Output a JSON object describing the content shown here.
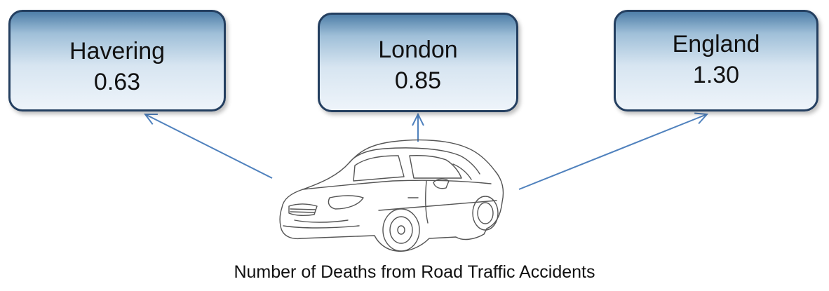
{
  "boxes": [
    {
      "name": "Havering",
      "value": "0.63"
    },
    {
      "name": "London",
      "value": "0.85"
    },
    {
      "name": "England",
      "value": "1.30"
    }
  ],
  "caption": "Number of Deaths from Road Traffic Accidents",
  "colors": {
    "arrow": "#4f81bd",
    "box_border": "#243f60",
    "box_gradient_top": "#4f7fa8",
    "box_gradient_bottom": "#eef4fa",
    "car_outline": "#555555"
  },
  "icons": {
    "car": "car-sketch-icon"
  }
}
